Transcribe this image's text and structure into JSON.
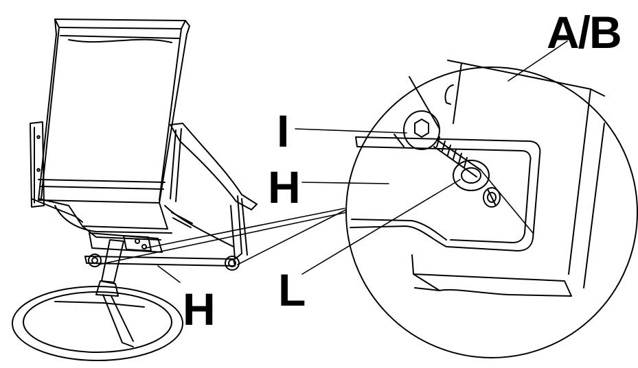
{
  "labels": {
    "ab": "A/B",
    "i": "I",
    "h_detail": "H",
    "h_chair": "H",
    "l": "L"
  },
  "colors": {
    "line": "#000000",
    "background": "#ffffff"
  }
}
